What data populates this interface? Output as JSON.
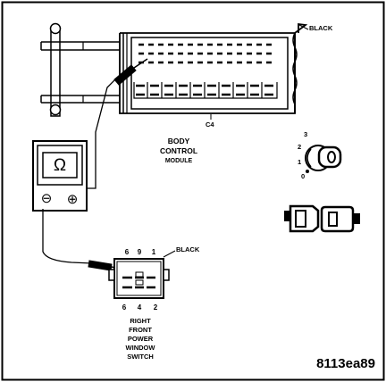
{
  "module": {
    "connector_color": "BLACK",
    "connector_name": "C4",
    "name_lines": [
      "BODY",
      "CONTROL",
      "MODULE"
    ]
  },
  "meter": {
    "symbol": "Ω",
    "negative_symbol": "⊖",
    "positive_symbol": "⊕"
  },
  "ignition": {
    "positions": [
      "3",
      "2",
      "1",
      "0"
    ]
  },
  "switch": {
    "connector_color": "BLACK",
    "top_pins": [
      "6",
      "9",
      "1"
    ],
    "bottom_pins": [
      "6",
      "4",
      "2"
    ],
    "name_lines": [
      "RIGHT",
      "FRONT",
      "POWER",
      "WINDOW",
      "SWITCH"
    ]
  },
  "figure_id": "8113ea89"
}
